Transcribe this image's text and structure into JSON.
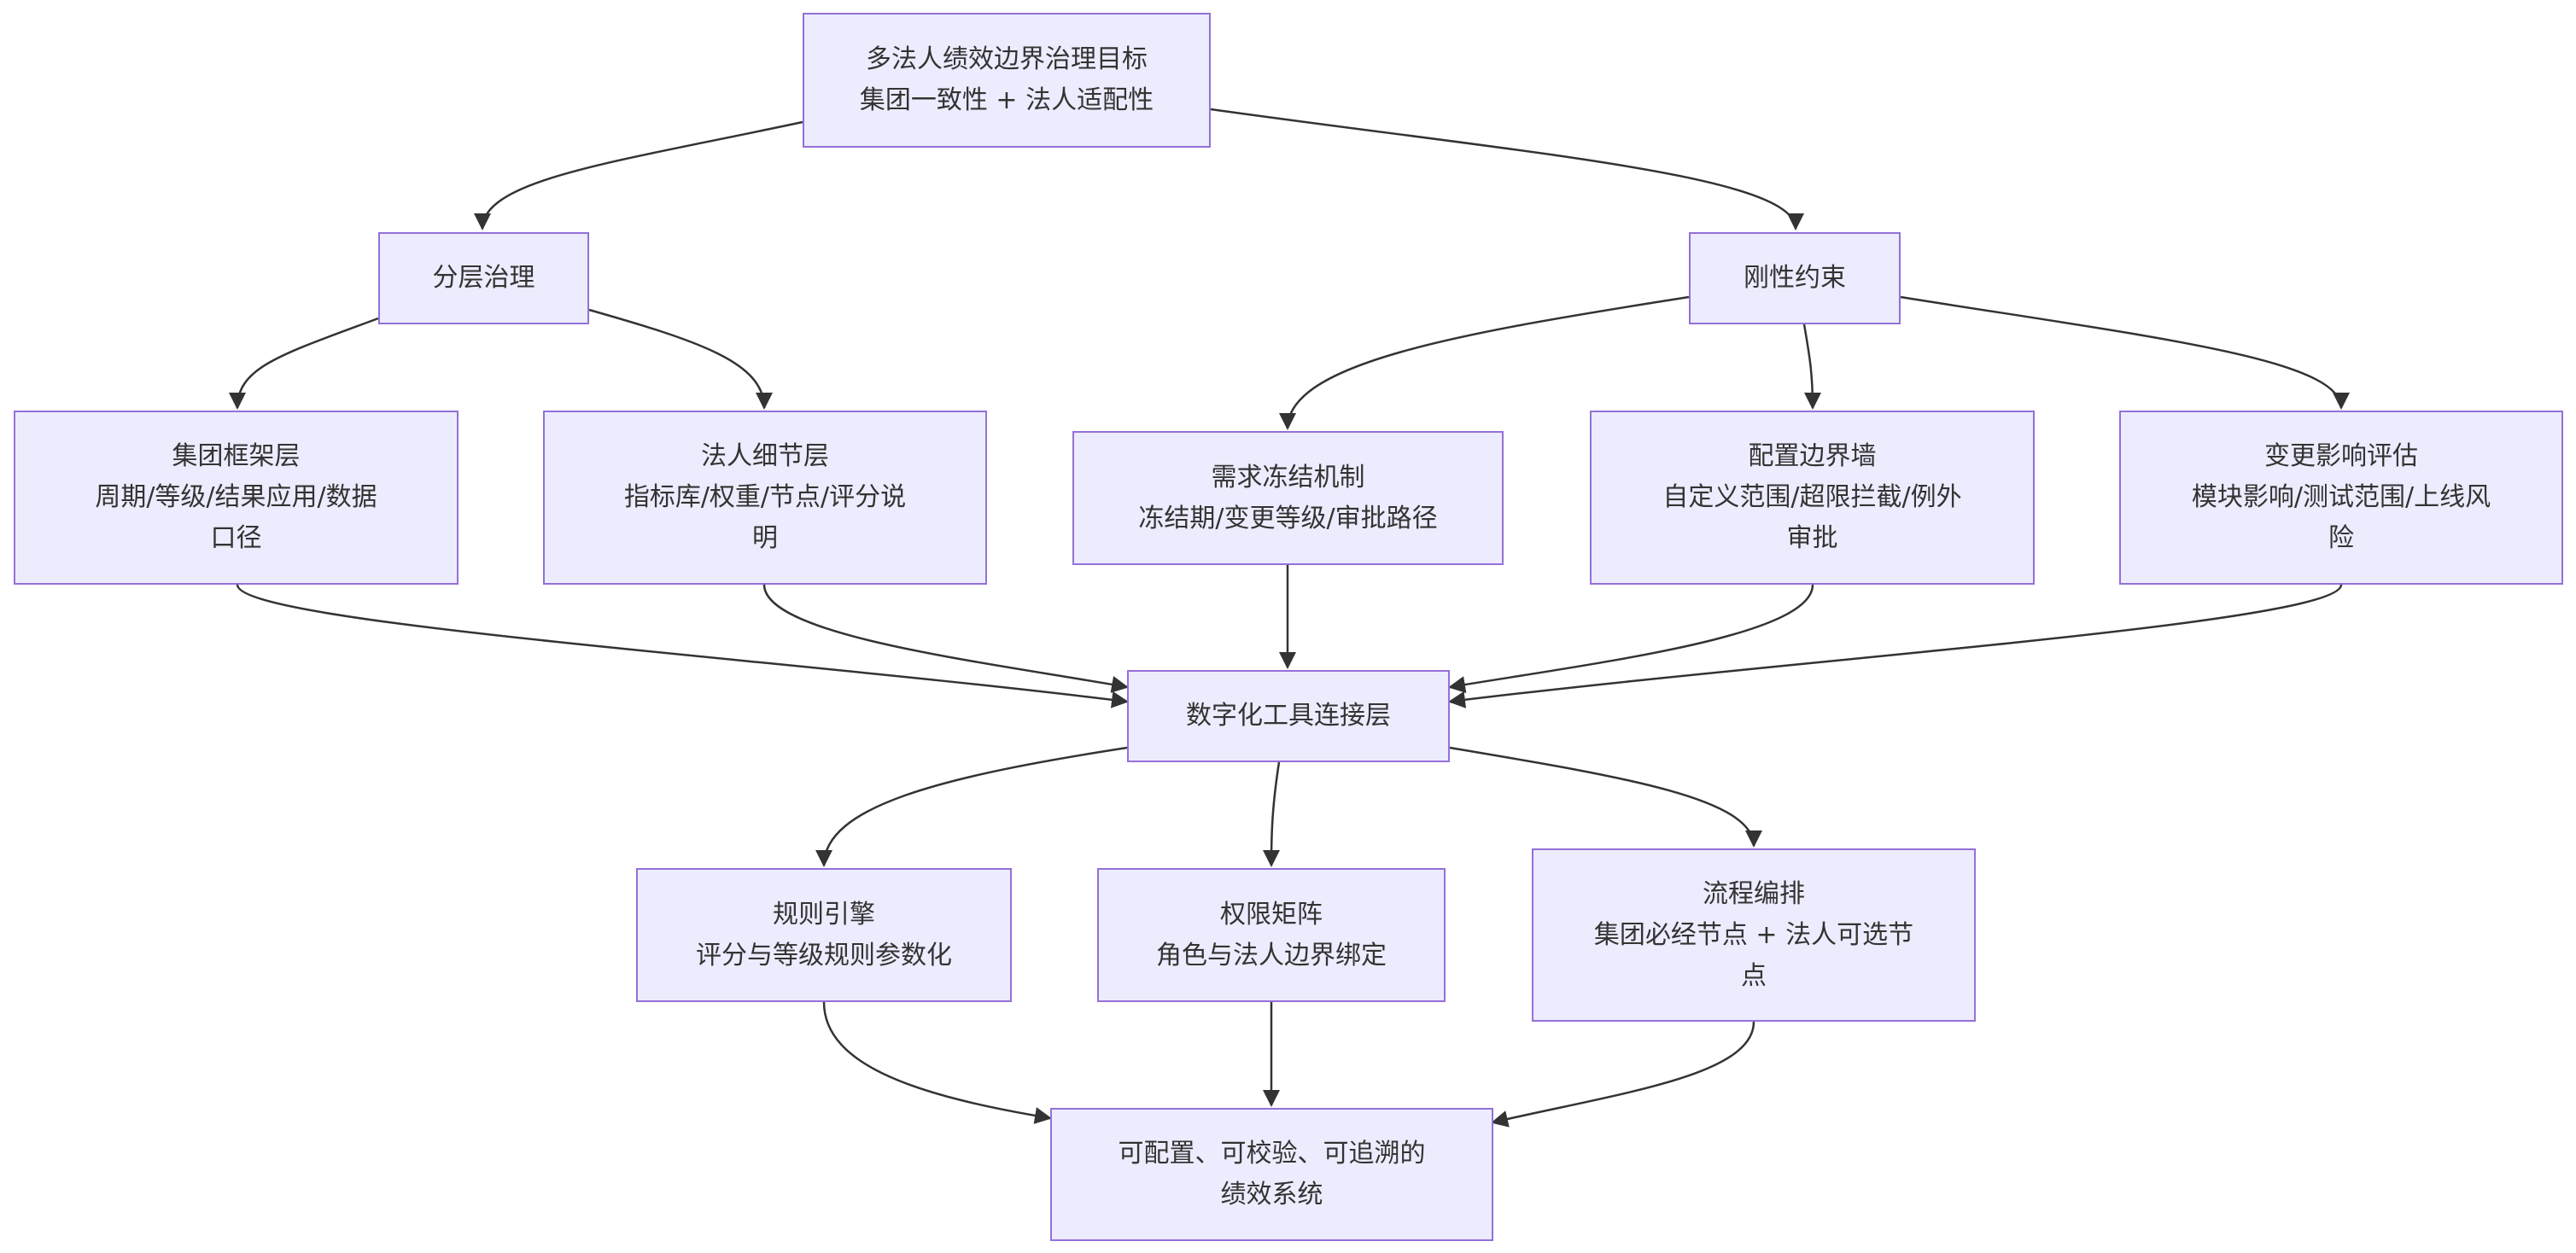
{
  "colors": {
    "node_fill": "#ececfe",
    "node_border": "#9470d8",
    "edge": "#333333",
    "text": "#333333"
  },
  "nodes": {
    "goal": {
      "lines": [
        "多法人绩效边界治理目标",
        "集团一致性 + 法人适配性"
      ]
    },
    "layered": {
      "lines": [
        "分层治理"
      ]
    },
    "rigid": {
      "lines": [
        "刚性约束"
      ]
    },
    "group": {
      "lines": [
        "集团框架层",
        "周期/等级/结果应用/数据",
        "口径"
      ]
    },
    "entity": {
      "lines": [
        "法人细节层",
        "指标库/权重/节点/评分说",
        "明"
      ]
    },
    "freeze": {
      "lines": [
        "需求冻结机制",
        "冻结期/变更等级/审批路径"
      ]
    },
    "boundary": {
      "lines": [
        "配置边界墙",
        "自定义范围/超限拦截/例外",
        "审批"
      ]
    },
    "impact": {
      "lines": [
        "变更影响评估",
        "模块影响/测试范围/上线风",
        "险"
      ]
    },
    "digital": {
      "lines": [
        "数字化工具连接层"
      ]
    },
    "rules": {
      "lines": [
        "规则引擎",
        "评分与等级规则参数化"
      ]
    },
    "perm": {
      "lines": [
        "权限矩阵",
        "角色与法人边界绑定"
      ]
    },
    "flow": {
      "lines": [
        "流程编排",
        "集团必经节点 + 法人可选节",
        "点"
      ]
    },
    "result": {
      "lines": [
        "可配置、可校验、可追溯的",
        "绩效系统"
      ]
    }
  },
  "edges": [
    [
      "goal",
      "layered"
    ],
    [
      "goal",
      "rigid"
    ],
    [
      "layered",
      "group"
    ],
    [
      "layered",
      "entity"
    ],
    [
      "rigid",
      "freeze"
    ],
    [
      "rigid",
      "boundary"
    ],
    [
      "rigid",
      "impact"
    ],
    [
      "group",
      "digital"
    ],
    [
      "entity",
      "digital"
    ],
    [
      "freeze",
      "digital"
    ],
    [
      "boundary",
      "digital"
    ],
    [
      "impact",
      "digital"
    ],
    [
      "digital",
      "rules"
    ],
    [
      "digital",
      "perm"
    ],
    [
      "digital",
      "flow"
    ],
    [
      "rules",
      "result"
    ],
    [
      "perm",
      "result"
    ],
    [
      "flow",
      "result"
    ]
  ]
}
